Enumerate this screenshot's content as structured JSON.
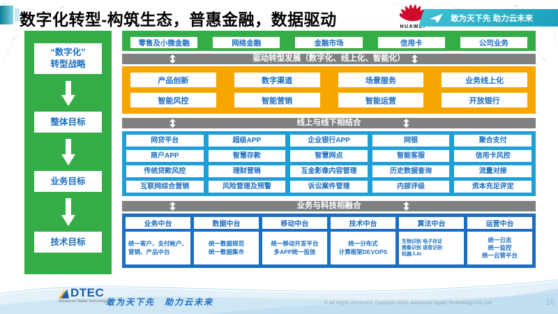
{
  "colors": {
    "green": "#35ad47",
    "yellow": "#f7a600",
    "cyan": "#1e9fd8",
    "dark_blue": "#1b6ec2",
    "gray_banner": "#808080",
    "huawei_red": "#cf0a2c",
    "teal_banner": "#2bb0c6"
  },
  "header": {
    "title": "数字化转型-构筑生态，普惠金融，数据驱动",
    "huawei": "HUAWEI",
    "slogan": "敢为天下先 助力云未来"
  },
  "sidebar": {
    "items": [
      "“数字化”\n转型战略",
      "整体目标",
      "业务目标",
      "技术目标"
    ]
  },
  "main": {
    "business_lines": {
      "items": [
        "零售及小微金融",
        "网络金融",
        "金融市场",
        "信用卡",
        "公司业务"
      ]
    },
    "banners": [
      "驱动转型发展（数字化、线上化、智能化）",
      "线上与线下相结合",
      "业务与科技相融合"
    ],
    "transform": {
      "rows": [
        [
          "产品创新",
          "数字渠道",
          "场景服务",
          "业务线上化"
        ],
        [
          "智能风控",
          "智能营销",
          "智能运营",
          "开放银行"
        ]
      ]
    },
    "online": {
      "rows": [
        [
          "网贷平台",
          "超级APP",
          "企业银行APP",
          "网银",
          "聚合支付"
        ],
        [
          "商户APP",
          "智慧存款",
          "智慧网点",
          "智能客服",
          "信用卡风控"
        ],
        [
          "传统贷款风控",
          "理财营销",
          "互金影像内容管理",
          "历史数据查询",
          "流量对接"
        ],
        [
          "互联网综合营销",
          "风险管理及预警",
          "诉讼案件管理",
          "内部评级",
          "资本充足评定"
        ]
      ]
    },
    "platforms": {
      "columns": [
        {
          "title": "业务中台",
          "lines": [
            "统一客户、支付帐户、营销、产品中台"
          ]
        },
        {
          "title": "数据中台",
          "lines": [
            "统一数据规范",
            "统一数据集市"
          ]
        },
        {
          "title": "移动中台",
          "lines": [
            "统一移动开发平台",
            "多APP统一投放"
          ]
        },
        {
          "title": "技术中台",
          "lines": [
            "统一分布式",
            "计算框架DEVOPS"
          ]
        },
        {
          "title": "算法中台",
          "lines": [
            "生物识别 电子存证",
            "图像识别 语音识别",
            "机器人AI"
          ]
        },
        {
          "title": "运营中台",
          "lines": [
            "统一日志",
            "统一监控",
            "统一云管平台"
          ]
        }
      ]
    }
  },
  "footer": {
    "logo_text": "DTEC",
    "logo_caption": "Advanced Digital Technology",
    "slogan": "敢为天下先　助力云未来",
    "copyright": "© All Rights Reserved. Copyright 2019. Advanced Digital Technology CO.,Ltd",
    "page_number": "10"
  }
}
